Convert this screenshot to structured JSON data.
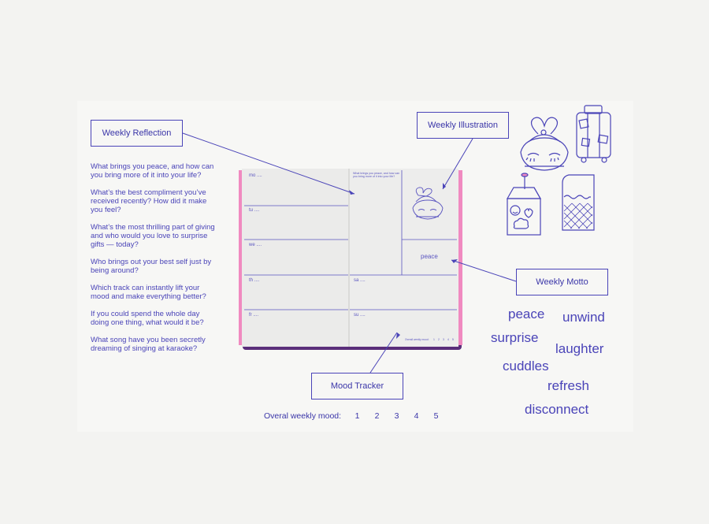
{
  "callouts": {
    "weekly_reflection": "Weekly Reflection",
    "weekly_illustration": "Weekly Illustration",
    "weekly_motto": "Weekly Motto",
    "mood_tracker": "Mood Tracker"
  },
  "questions": [
    "What brings you peace, and how can you bring more of it into your life?",
    "What’s the best compliment you’ve received recently?  How did it make you feel?",
    "What’s the most thrilling part of giving and who would you love to surprise gifts — today?",
    "Who brings out your best self just by being around?",
    "Which track can instantly lift your mood and make everything better?",
    "If you could spend the whole day doing one thing, what would it be?",
    "What song have you been secretly dreaming of singing at karaoke?"
  ],
  "planner": {
    "days": [
      "mo ....",
      "tu ....",
      "we ....",
      "th ....",
      "fr ....",
      "sa ....",
      "su ...."
    ],
    "reflection_prompt": "What brings you peace, and how can you bring more of it into your life?",
    "motto": "peace",
    "mood_caption": "Overall weekly mood:",
    "mood_scale": [
      "1",
      "2",
      "3",
      "4",
      "5"
    ]
  },
  "mood": {
    "label": "Overal weekly mood:",
    "scale": [
      "1",
      "2",
      "3",
      "4",
      "5"
    ]
  },
  "motto_words": [
    "peace",
    "unwind",
    "surprise",
    "laughter",
    "cuddles",
    "refresh",
    "disconnect"
  ],
  "icons": [
    "sleep-mask-icon",
    "suitcase-icon",
    "juice-box-icon",
    "toast-icon"
  ],
  "colors": {
    "ink": "#4a44b8",
    "page": "#ebebea",
    "cover_pink": "#f08ac0",
    "cover_purple": "#5a2e7a",
    "background": "#f3f3f1"
  }
}
